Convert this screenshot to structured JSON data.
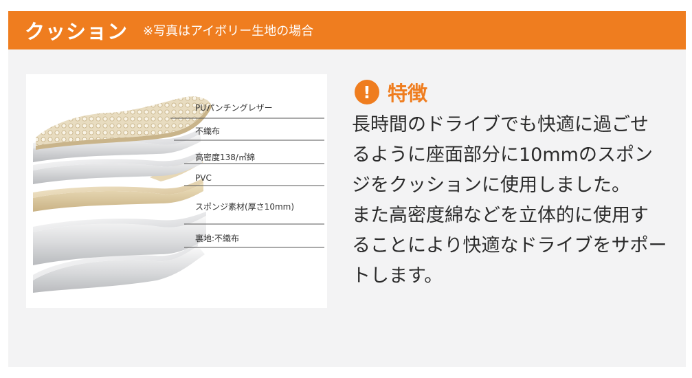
{
  "header": {
    "title": "クッション",
    "note": "※写真はアイボリー生地の場合"
  },
  "colors": {
    "accent": "#ef7d1f",
    "panel_background": "#f3f3f4",
    "text": "#2b2b2b"
  },
  "figure": {
    "layers": [
      {
        "label": "PUパンチングレザー"
      },
      {
        "label": "不織布"
      },
      {
        "label": "高密度138/㎡綿"
      },
      {
        "label": "PVC"
      },
      {
        "label": "スポンジ素材(厚さ10mm)"
      },
      {
        "label": "裏地:不織布"
      }
    ]
  },
  "feature": {
    "icon": "exclamation-icon",
    "icon_glyph": "!",
    "title": "特徴",
    "lines": [
      "長時間のドライブでも快適に過ごせ",
      "るように座面部分に10mmのスポン",
      "ジをクッションに使用しました。",
      "また高密度綿などを立体的に使用す",
      "ることにより快適なドライブをサポー",
      "トします。"
    ]
  }
}
